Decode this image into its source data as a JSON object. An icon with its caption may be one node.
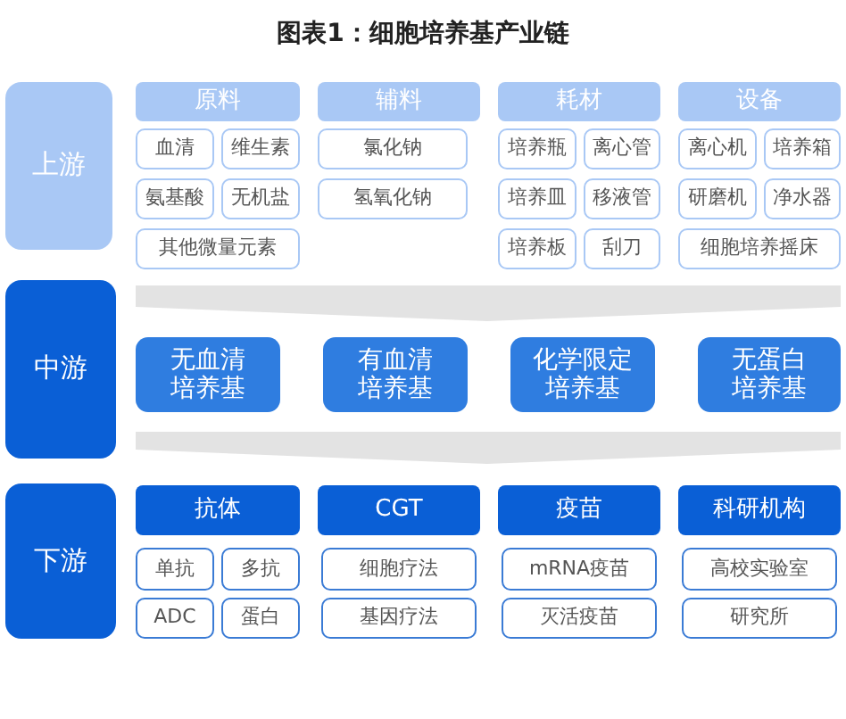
{
  "diagram": {
    "title": "图表1：细胞培养基产业链",
    "nodes": [
      {
        "text": [
          "上游"
        ]
      },
      {
        "text": [
          "原料"
        ]
      },
      {
        "text": [
          "辅料"
        ]
      },
      {
        "text": [
          "耗材"
        ]
      },
      {
        "text": [
          "设备"
        ]
      },
      {
        "text": [
          "血清"
        ]
      },
      {
        "text": [
          "维生素"
        ]
      },
      {
        "text": [
          "氨基酸"
        ]
      },
      {
        "text": [
          "无机盐"
        ]
      },
      {
        "text": [
          "其他微量元素"
        ]
      },
      {
        "text": [
          "氯化钠"
        ]
      },
      {
        "text": [
          "氢氧化钠"
        ]
      },
      {
        "text": [
          "培养瓶"
        ]
      },
      {
        "text": [
          "离心管"
        ]
      },
      {
        "text": [
          "培养皿"
        ]
      },
      {
        "text": [
          "移液管"
        ]
      },
      {
        "text": [
          "培养板"
        ]
      },
      {
        "text": [
          "刮刀"
        ]
      },
      {
        "text": [
          "离心机"
        ]
      },
      {
        "text": [
          "培养箱"
        ]
      },
      {
        "text": [
          "研磨机"
        ]
      },
      {
        "text": [
          "净水器"
        ]
      },
      {
        "text": [
          "细胞培养摇床"
        ]
      },
      {
        "text": [
          "中游"
        ]
      },
      {
        "text": [
          "无血清培养基"
        ]
      },
      {
        "text": [
          "有血清培养基"
        ]
      },
      {
        "text": [
          "化学限定培养基"
        ]
      },
      {
        "text": [
          "无蛋白培养基"
        ]
      },
      {
        "text": [
          "下游"
        ]
      },
      {
        "text": [
          "抗体"
        ]
      },
      {
        "text": [
          "CGT"
        ]
      },
      {
        "text": [
          "疫苗"
        ]
      },
      {
        "text": [
          "科研机构"
        ]
      },
      {
        "text": [
          "单抗"
        ]
      },
      {
        "text": [
          "多抗"
        ]
      },
      {
        "text": [
          "ADC"
        ]
      },
      {
        "text": [
          "蛋白"
        ]
      },
      {
        "text": [
          "细胞疗法"
        ]
      },
      {
        "text": [
          "基因疗法"
        ]
      },
      {
        "text": [
          "mRNA疫苗"
        ]
      },
      {
        "text": [
          "灭活疫苗"
        ]
      },
      {
        "text": [
          "高校实验室"
        ]
      },
      {
        "text": [
          "研究所"
        ]
      },
      {
        "text": [],
        "shape": "chevron"
      },
      {
        "text": [],
        "shape": "chevron"
      }
    ]
  }
}
